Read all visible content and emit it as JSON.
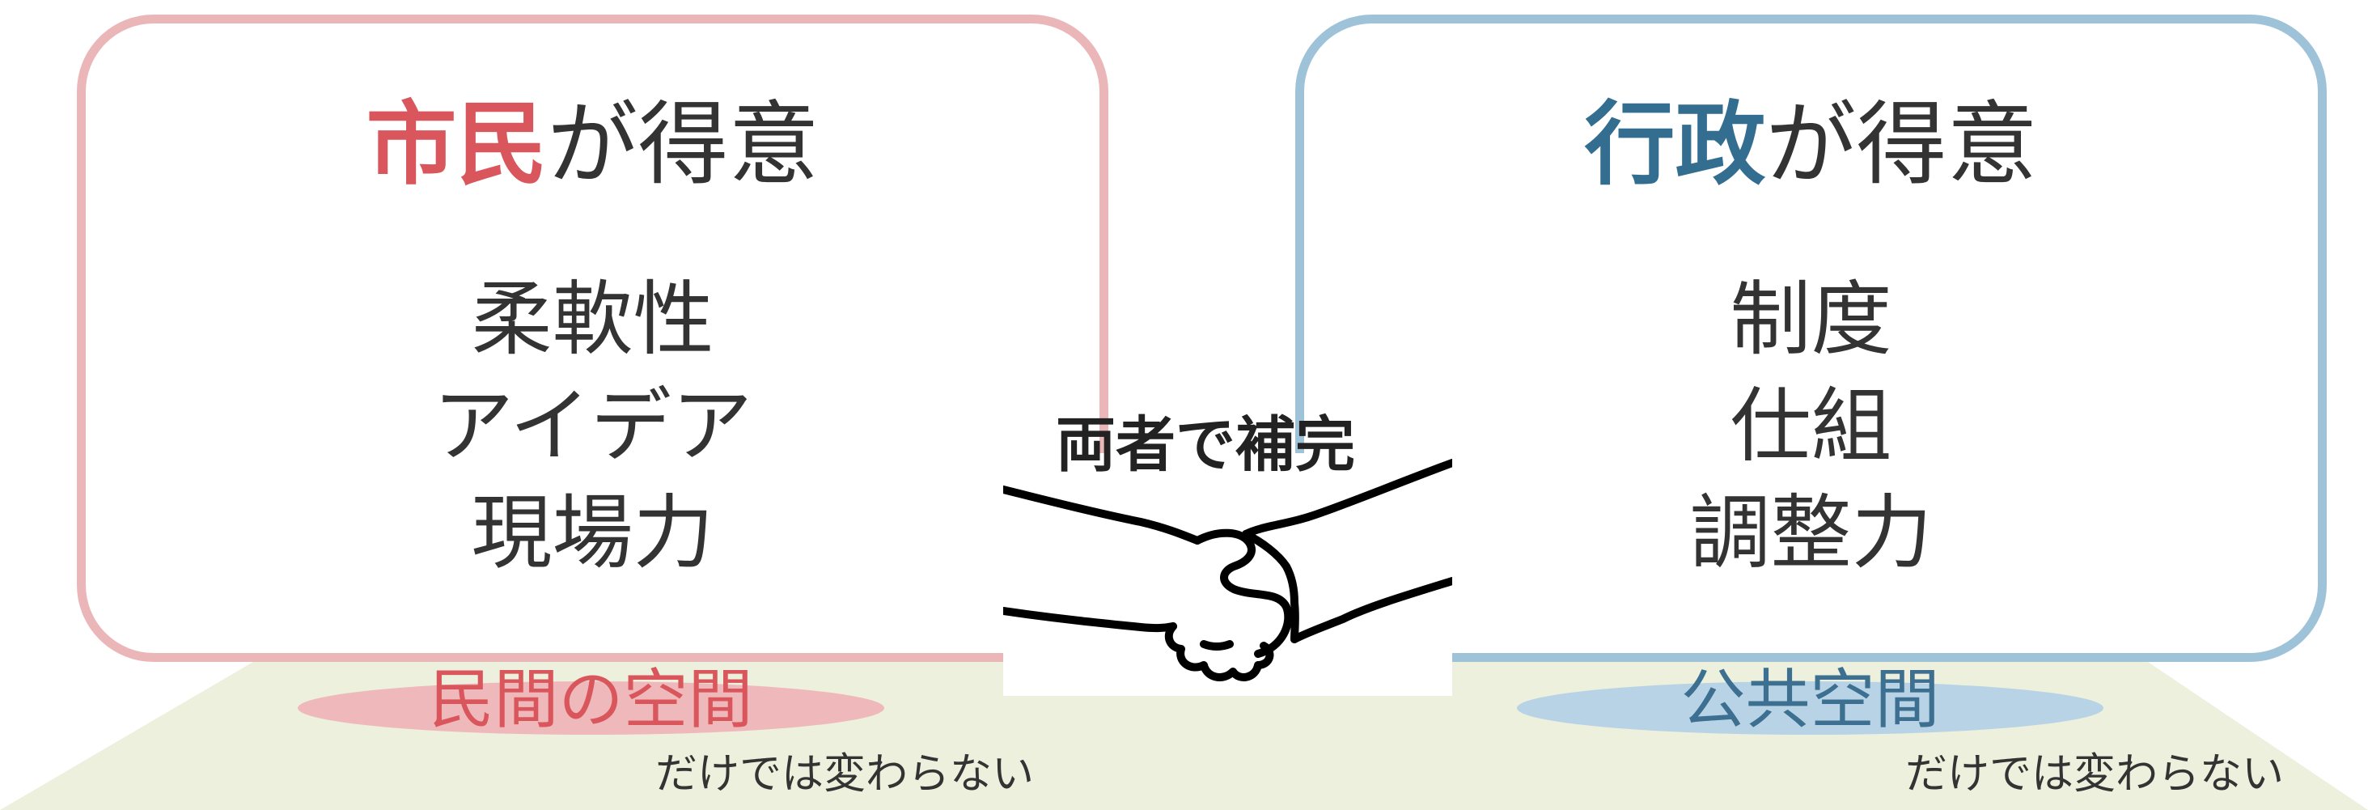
{
  "colors": {
    "citizen_accent": "#d9575c",
    "citizen_border": "#ebb6b8",
    "citizen_ellipse": "#efb9bb",
    "citizen_space_text": "#d9575c",
    "government_accent": "#336e90",
    "government_border": "#9ec3d9",
    "government_ellipse": "#b8d3e6",
    "government_space_text": "#3c6f90",
    "floor": "#ecf0dc",
    "text": "#333333"
  },
  "left_card": {
    "title_strong": "市民",
    "title_rest": "が得意",
    "items": [
      "柔軟性",
      "アイデア",
      "現場力"
    ]
  },
  "right_card": {
    "title_strong": "行政",
    "title_rest": "が得意",
    "items": [
      "制度",
      "仕組",
      "調整力"
    ]
  },
  "center": {
    "label": "両者で補完",
    "icon": "handshake-icon"
  },
  "left_space": {
    "label": "民間の空間",
    "note": "だけでは変わらない"
  },
  "right_space": {
    "label": "公共空間",
    "note": "だけでは変わらない"
  }
}
